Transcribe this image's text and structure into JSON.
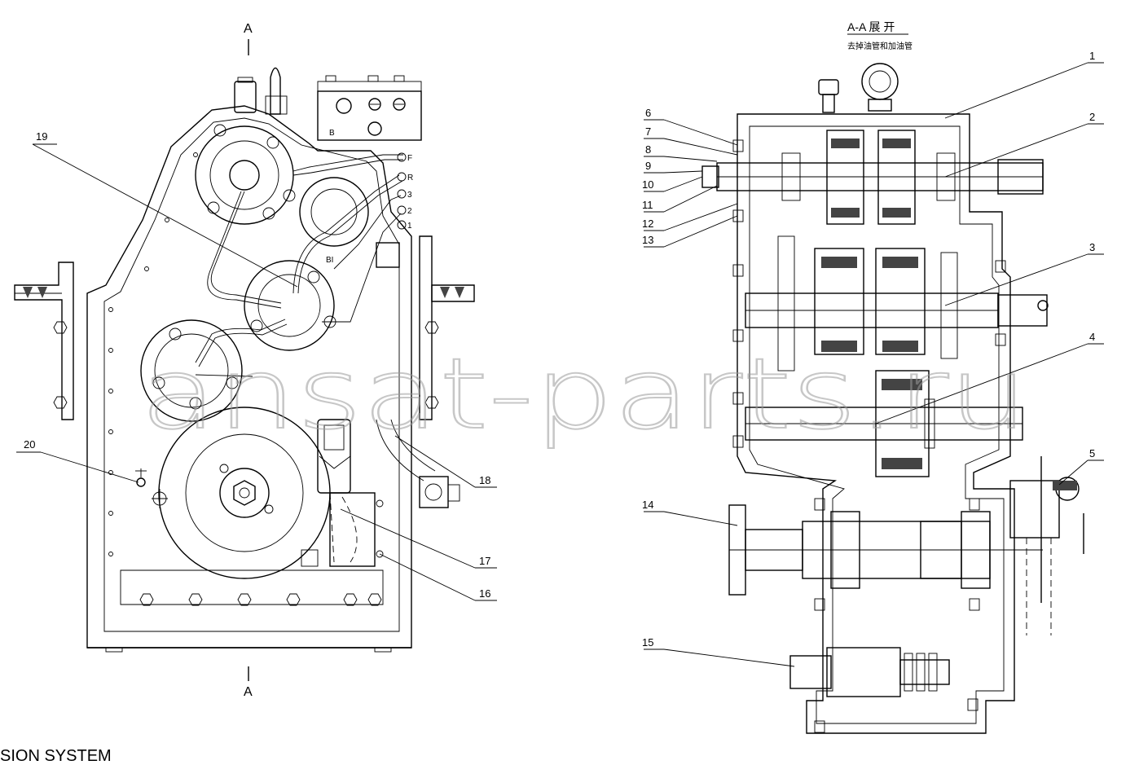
{
  "section": {
    "label_top": "A",
    "label_bottom": "A"
  },
  "right_view": {
    "title": "A-A 展 开",
    "subtitle": "去掉油管和加油管"
  },
  "ports": [
    "F",
    "R",
    "3",
    "2",
    "1"
  ],
  "port_labels": {
    "b": "B",
    "bi": "BI"
  },
  "callouts": {
    "c1": "1",
    "c2": "2",
    "c3": "3",
    "c4": "4",
    "c5": "5",
    "c6": "6",
    "c7": "7",
    "c8": "8",
    "c9": "9",
    "c10": "10",
    "c11": "11",
    "c12": "12",
    "c13": "13",
    "c14": "14",
    "c15": "15",
    "c16": "16",
    "c17": "17",
    "c18": "18",
    "c19": "19",
    "c20": "20"
  },
  "watermark": "ansat-parts.ru",
  "caption": "SION SYSTEM"
}
